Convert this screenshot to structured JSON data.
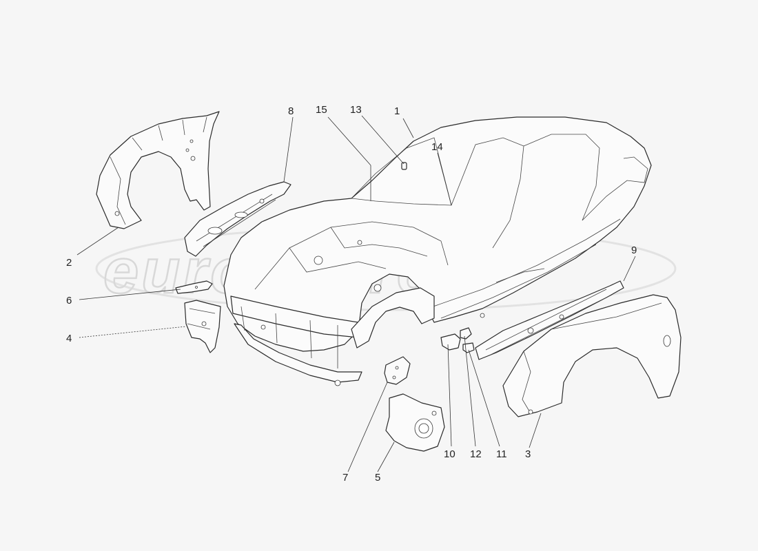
{
  "watermark": {
    "text": "eurospares"
  },
  "callouts": [
    {
      "id": "1",
      "label": "1"
    },
    {
      "id": "2",
      "label": "2"
    },
    {
      "id": "3",
      "label": "3"
    },
    {
      "id": "4",
      "label": "4"
    },
    {
      "id": "5",
      "label": "5"
    },
    {
      "id": "6",
      "label": "6"
    },
    {
      "id": "7",
      "label": "7"
    },
    {
      "id": "8",
      "label": "8"
    },
    {
      "id": "9",
      "label": "9"
    },
    {
      "id": "10",
      "label": "10"
    },
    {
      "id": "11",
      "label": "11"
    },
    {
      "id": "12",
      "label": "12"
    },
    {
      "id": "13",
      "label": "13"
    },
    {
      "id": "14",
      "label": "14"
    },
    {
      "id": "15",
      "label": "15"
    }
  ]
}
